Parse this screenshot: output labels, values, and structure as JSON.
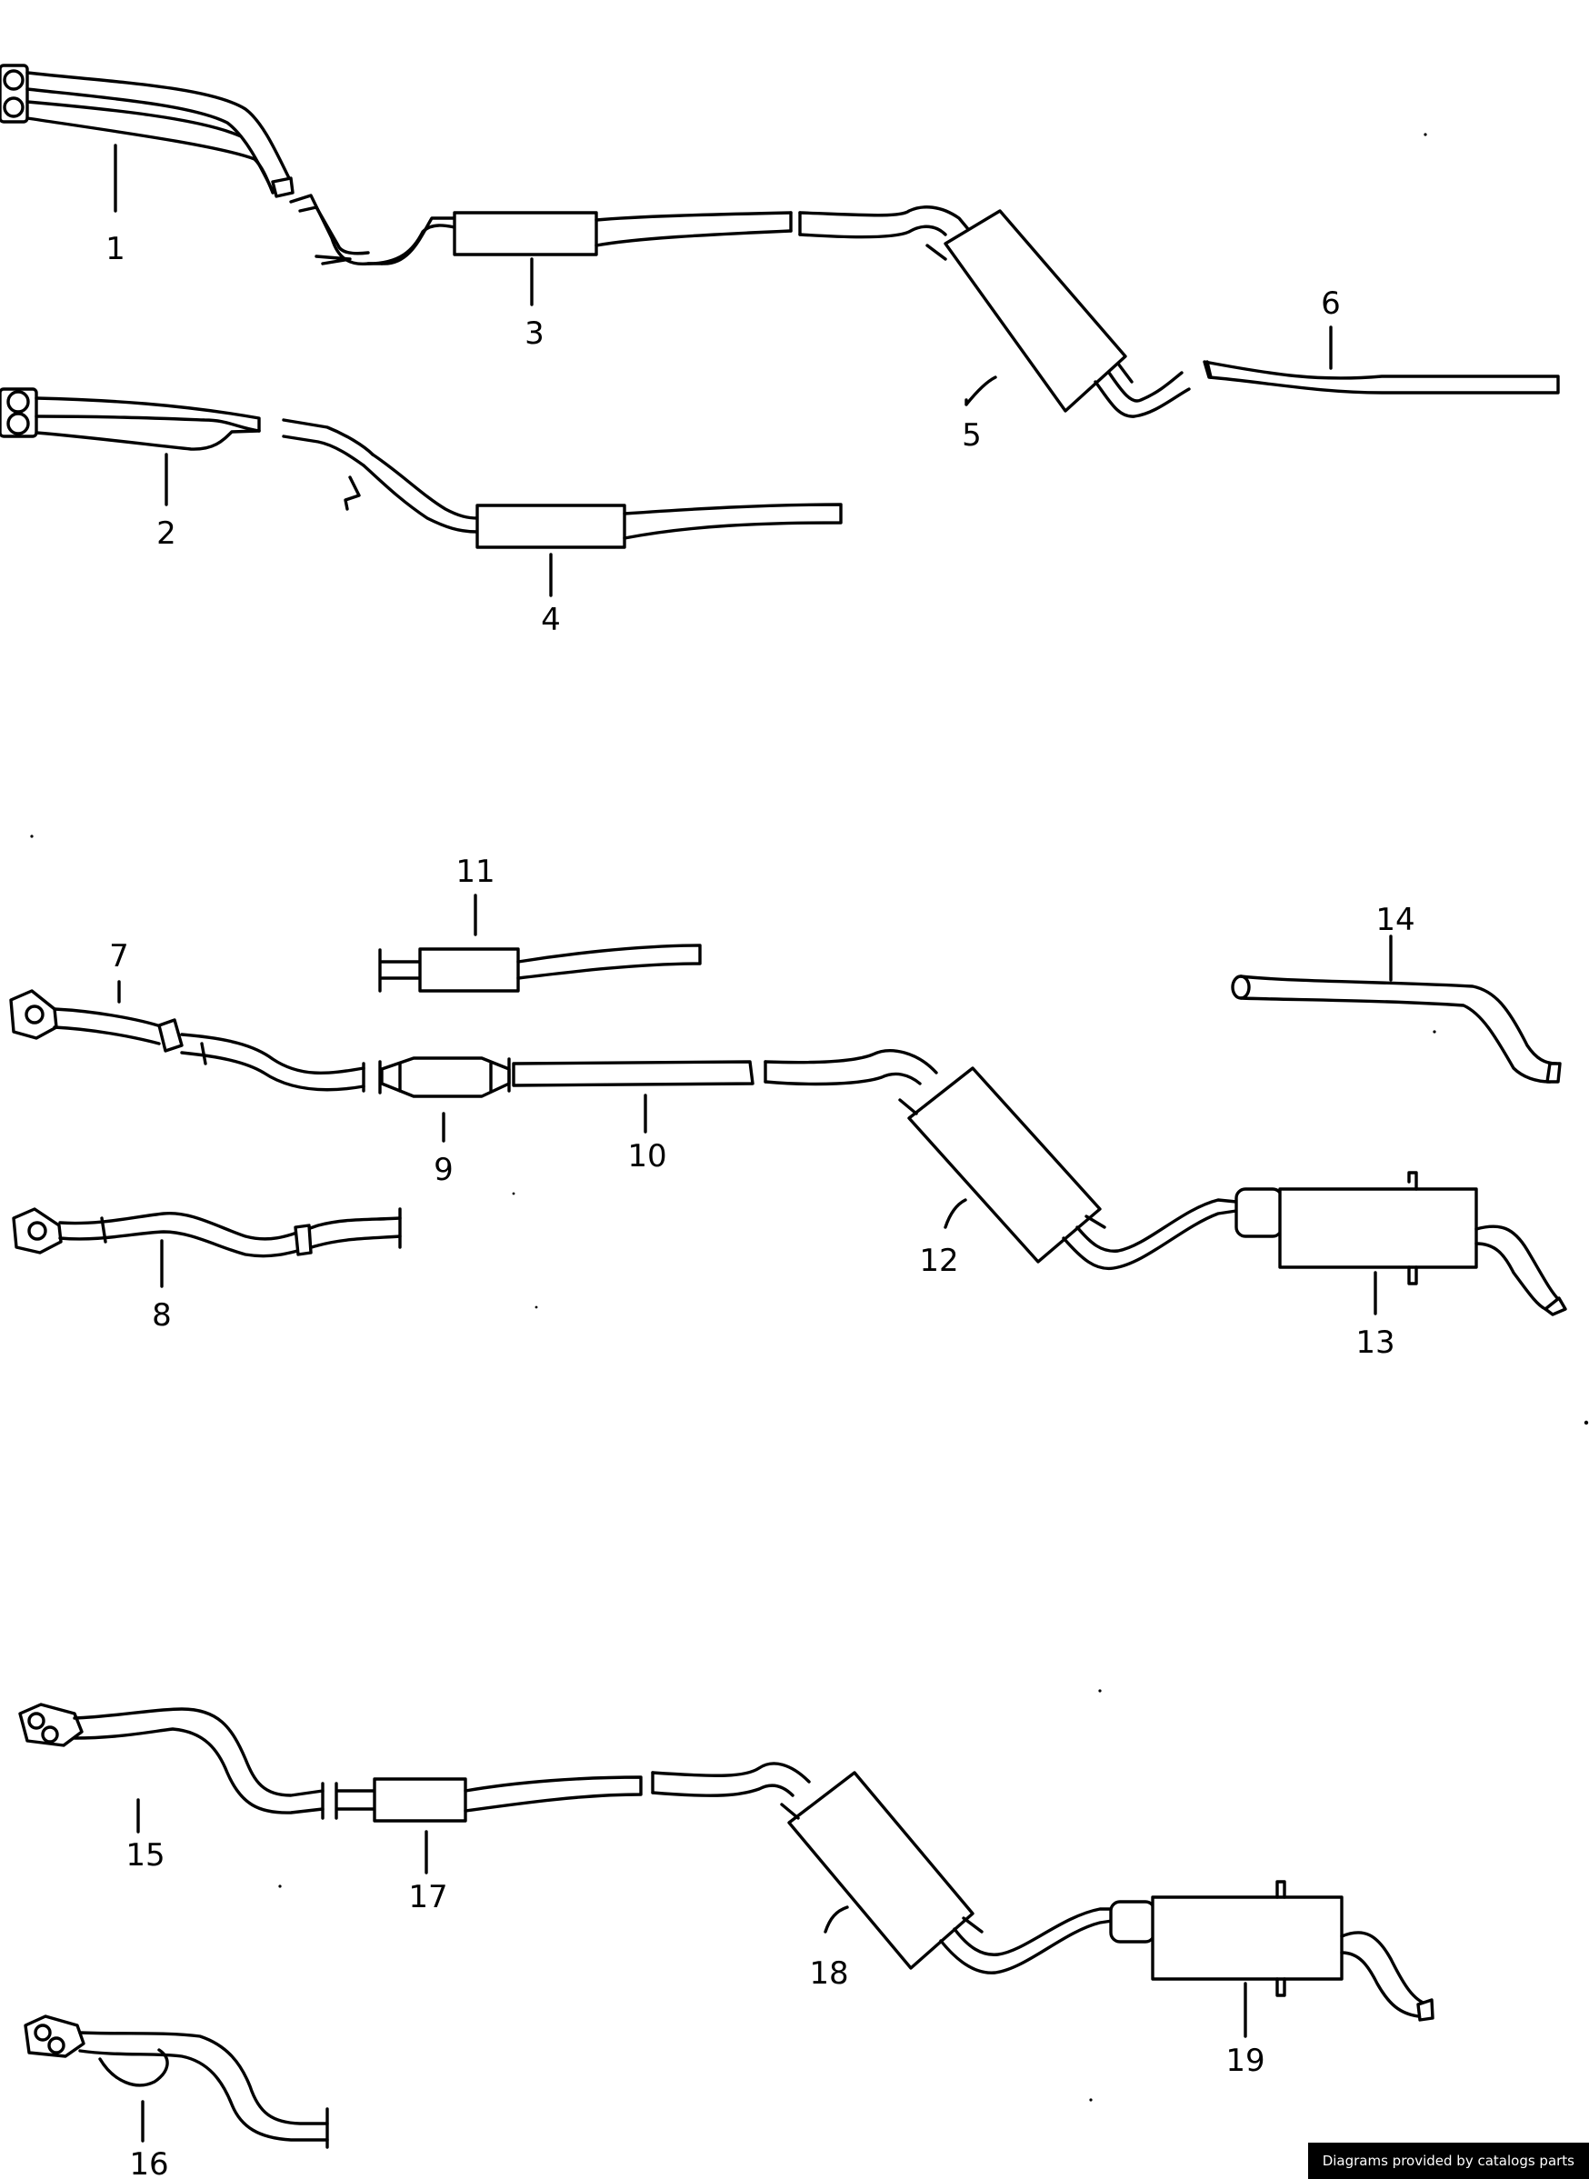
{
  "diagram": {
    "parts": [
      {
        "id": "1",
        "label": "1"
      },
      {
        "id": "2",
        "label": "2"
      },
      {
        "id": "3",
        "label": "3"
      },
      {
        "id": "4",
        "label": "4"
      },
      {
        "id": "5",
        "label": "5"
      },
      {
        "id": "6",
        "label": "6"
      },
      {
        "id": "7",
        "label": "7"
      },
      {
        "id": "8",
        "label": "8"
      },
      {
        "id": "9",
        "label": "9"
      },
      {
        "id": "10",
        "label": "10"
      },
      {
        "id": "11",
        "label": "11"
      },
      {
        "id": "12",
        "label": "12"
      },
      {
        "id": "13",
        "label": "13"
      },
      {
        "id": "14",
        "label": "14"
      },
      {
        "id": "15",
        "label": "15"
      },
      {
        "id": "16",
        "label": "16"
      },
      {
        "id": "17",
        "label": "17"
      },
      {
        "id": "18",
        "label": "18"
      },
      {
        "id": "19",
        "label": "19"
      }
    ]
  },
  "credit": "Diagrams provided by catalogs parts"
}
